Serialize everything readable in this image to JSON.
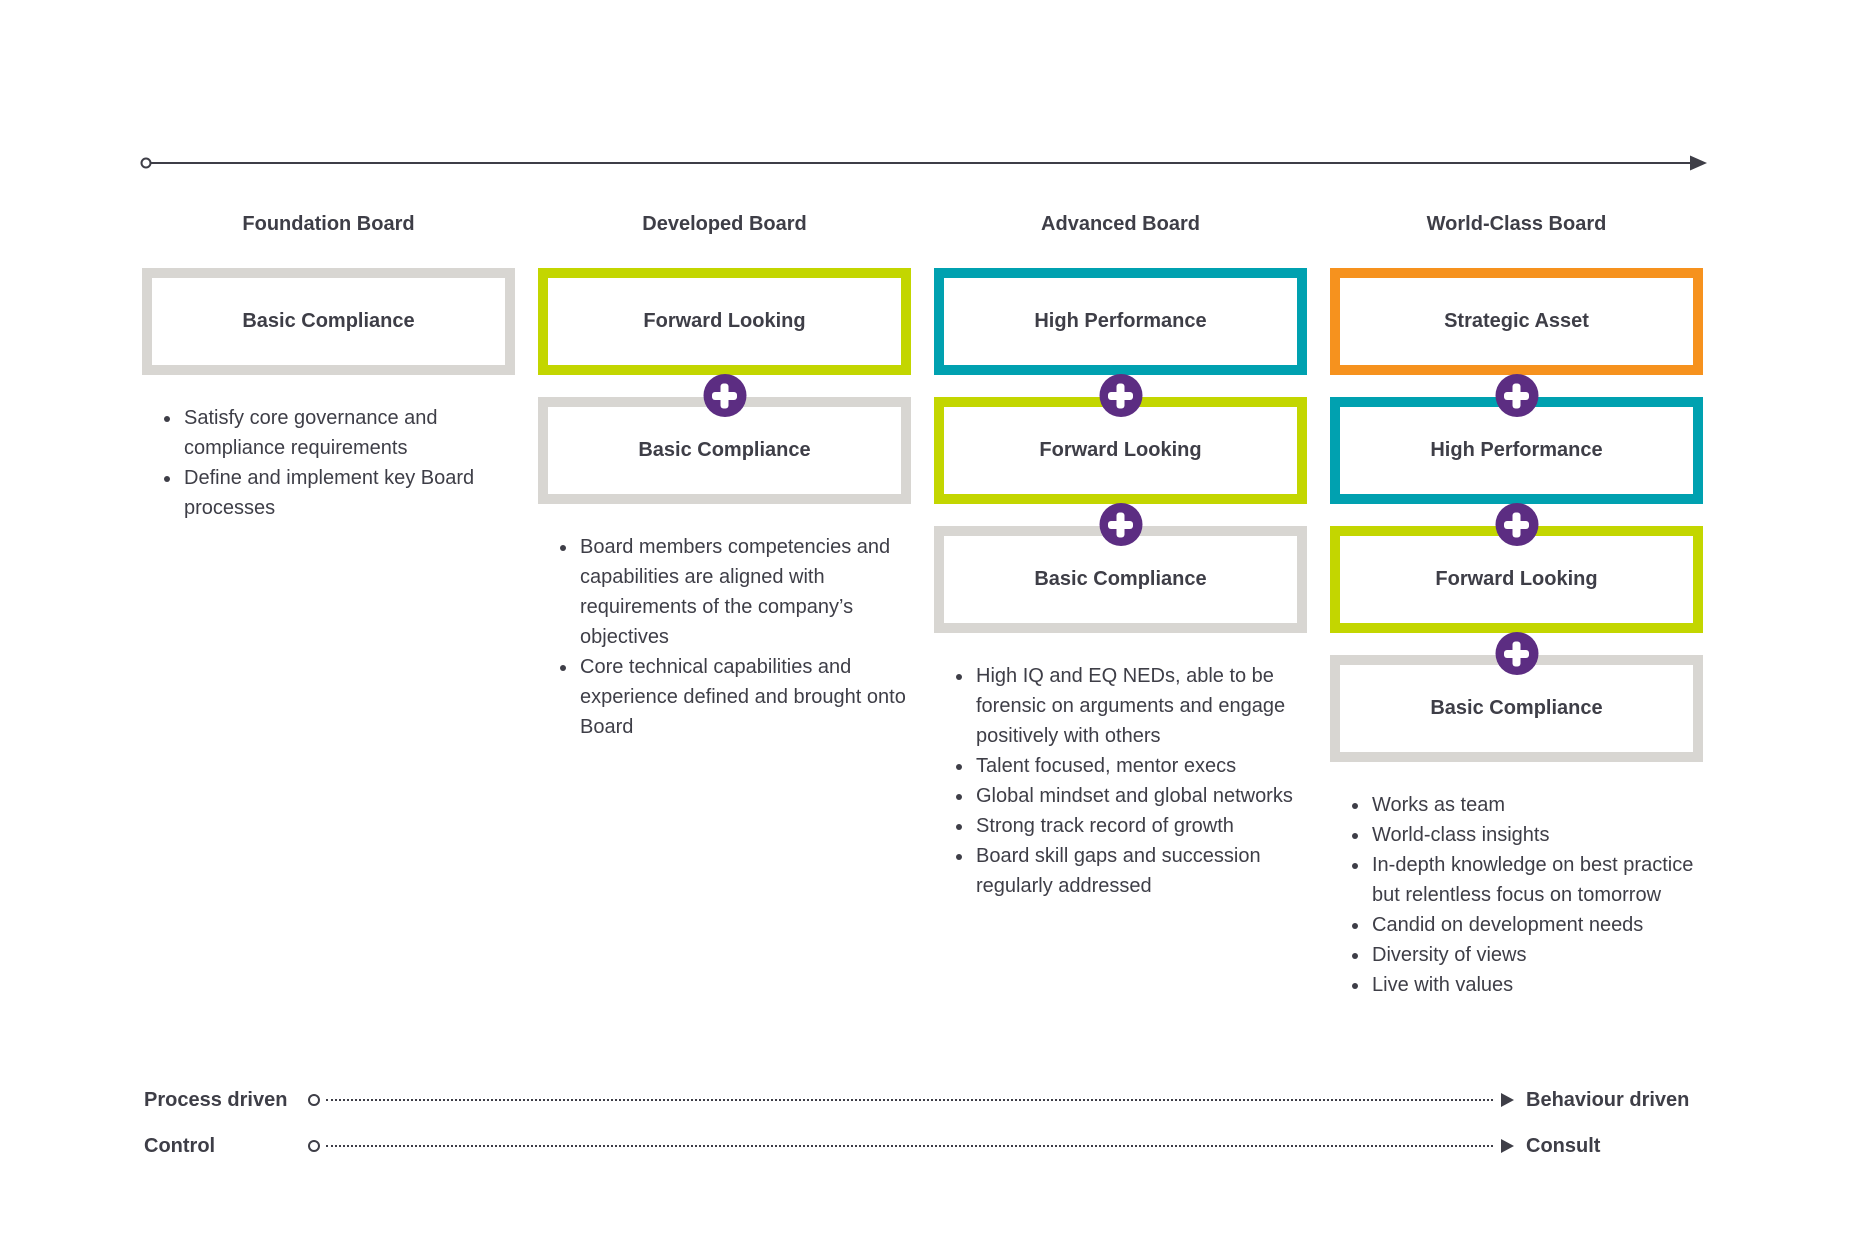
{
  "colors": {
    "gray": "#d8d6d2",
    "lime": "#c3d600",
    "teal": "#00a1b0",
    "orange": "#f6921e",
    "purple": "#5c2d82",
    "text": "#3e3e47"
  },
  "columns": [
    {
      "title": "Foundation Board",
      "boxes": [
        {
          "label": "Basic Compliance",
          "color": "gray"
        }
      ],
      "bullets": [
        "Satisfy core governance and compliance requirements",
        "Define and implement key Board processes"
      ]
    },
    {
      "title": "Developed Board",
      "boxes": [
        {
          "label": "Forward Looking",
          "color": "lime"
        },
        {
          "label": "Basic Compliance",
          "color": "gray"
        }
      ],
      "bullets": [
        "Board members competencies and capabilities are aligned with requirements of the company’s objectives",
        "Core technical capabilities and experience defined and brought onto Board"
      ]
    },
    {
      "title": "Advanced Board",
      "boxes": [
        {
          "label": "High Performance",
          "color": "teal"
        },
        {
          "label": "Forward Looking",
          "color": "lime"
        },
        {
          "label": "Basic Compliance",
          "color": "gray"
        }
      ],
      "bullets": [
        "High IQ and EQ NEDs, able to be forensic on arguments and engage positively with others",
        "Talent focused, mentor execs",
        "Global mindset and global networks",
        "Strong track record of growth",
        "Board skill gaps and succession regularly addressed"
      ]
    },
    {
      "title": "World-Class Board",
      "boxes": [
        {
          "label": "Strategic Asset",
          "color": "orange"
        },
        {
          "label": "High Performance",
          "color": "teal"
        },
        {
          "label": "Forward Looking",
          "color": "lime"
        },
        {
          "label": "Basic Compliance",
          "color": "gray"
        }
      ],
      "bullets": [
        "Works as team",
        "World-class insights",
        "In-depth knowledge on best practice but relentless focus on tomorrow",
        "Candid on development needs",
        "Diversity of views",
        "Live with values"
      ]
    }
  ],
  "axes": [
    {
      "left": "Process driven",
      "right": "Behaviour driven"
    },
    {
      "left": "Control",
      "right": "Consult"
    }
  ]
}
